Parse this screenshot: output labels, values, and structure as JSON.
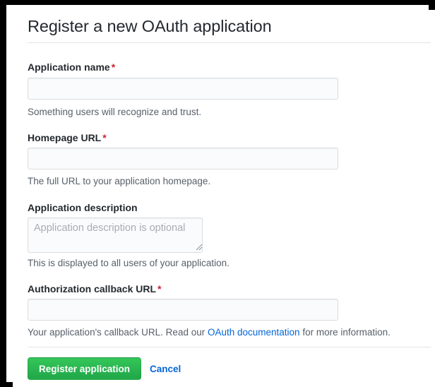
{
  "card": {
    "title": "Register a new OAuth application"
  },
  "fields": {
    "application_name": {
      "label": "Application name",
      "required_marker": "*",
      "value": "",
      "placeholder": "",
      "help": "Something users will recognize and trust."
    },
    "homepage_url": {
      "label": "Homepage URL",
      "required_marker": "*",
      "value": "",
      "placeholder": "",
      "help": "The full URL to your application homepage."
    },
    "application_description": {
      "label": "Application description",
      "required_marker": "",
      "value": "",
      "placeholder": "Application description is optional",
      "help": "This is displayed to all users of your application."
    },
    "authorization_callback_url": {
      "label": "Authorization callback URL",
      "required_marker": "*",
      "value": "",
      "placeholder": "",
      "help_before_link": "Your application's callback URL. Read our ",
      "help_link": "OAuth documentation",
      "help_after_link": " for more information."
    }
  },
  "actions": {
    "submit_label": "Register application",
    "cancel_label": "Cancel"
  },
  "colors": {
    "primary_button": "#2bb14b",
    "link": "#0366d6",
    "required": "#cb2431",
    "text": "#24292e",
    "help_text": "#586069",
    "input_background": "#fafbfc",
    "input_border": "#d9dce0",
    "divider": "#e1e4e8",
    "frame": "#000000"
  }
}
